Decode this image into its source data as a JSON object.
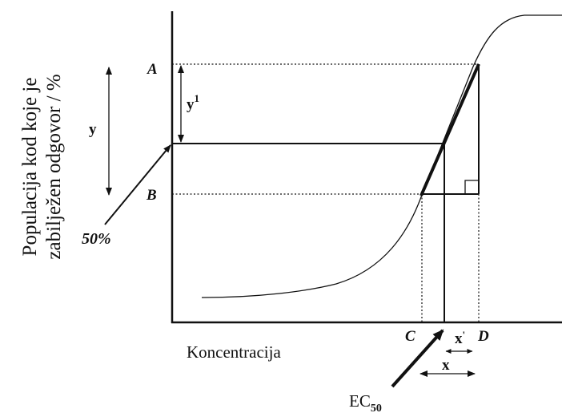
{
  "y_axis_label_line1": "Populacija kod koje je",
  "y_axis_label_line2": "zabilježen odgovor / %",
  "x_axis_label": "Koncentracija",
  "point_a": "A",
  "point_b": "B",
  "point_c": "C",
  "point_d": "D",
  "y_marker": "y",
  "y1_base": "y",
  "y1_sup": "1",
  "x_marker": "x",
  "x1_base": "x",
  "x1_sup": "'",
  "fifty_percent": "50%",
  "ec_base": "EC",
  "ec_sub": "50"
}
